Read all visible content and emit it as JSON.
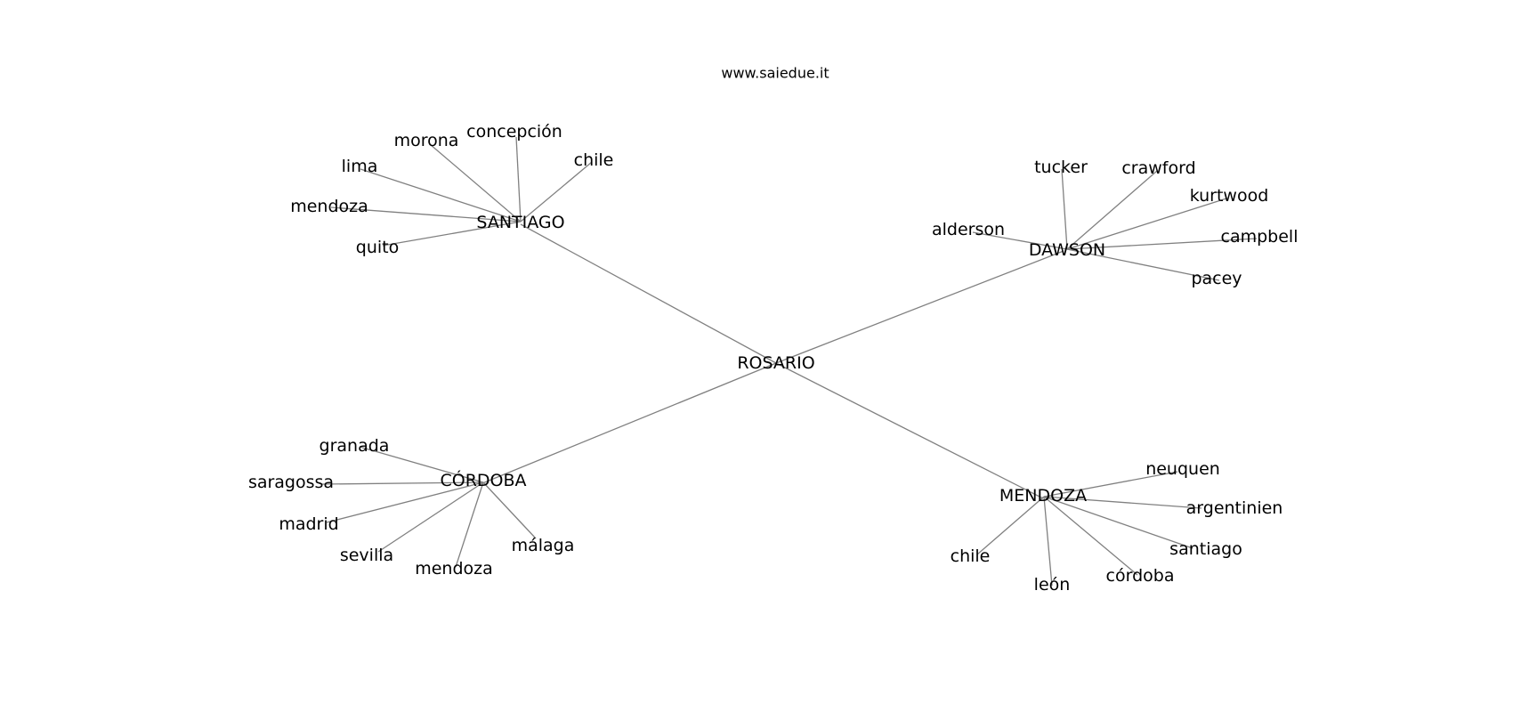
{
  "site_label": "www.saiedue.it",
  "root": "ROSARIO",
  "clusters": [
    {
      "label": "SANTIAGO",
      "leaves": [
        "morona",
        "concepción",
        "chile",
        "lima",
        "mendoza",
        "quito"
      ]
    },
    {
      "label": "DAWSON",
      "leaves": [
        "tucker",
        "crawford",
        "kurtwood",
        "alderson",
        "campbell",
        "pacey"
      ]
    },
    {
      "label": "CÓRDOBA",
      "leaves": [
        "granada",
        "saragossa",
        "madrid",
        "sevilla",
        "mendoza",
        "málaga"
      ]
    },
    {
      "label": "MENDOZA",
      "leaves": [
        "neuquen",
        "argentinien",
        "santiago",
        "córdoba",
        "león",
        "chile"
      ]
    }
  ]
}
